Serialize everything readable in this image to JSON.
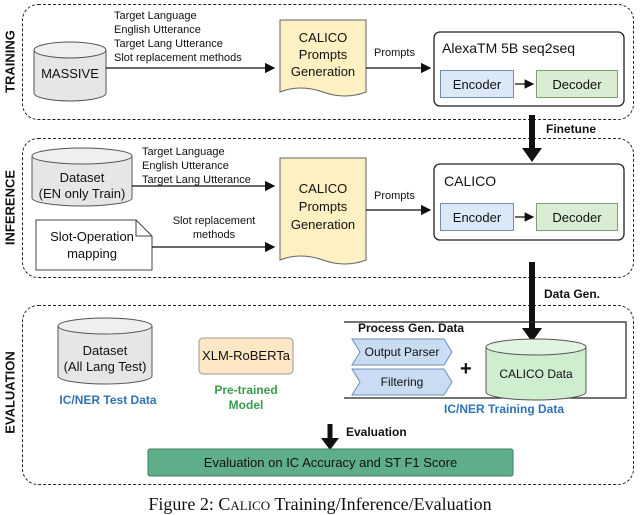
{
  "stages": {
    "training": "TRAINING",
    "inference": "INFERENCE",
    "evaluation": "EVALUATION"
  },
  "training": {
    "dataset": "MASSIVE",
    "inputs": [
      "Target Language",
      "English Utterance",
      "Target Lang Utterance",
      "Slot replacement methods"
    ],
    "prompt_gen": [
      "CALICO",
      "Prompts",
      "Generation"
    ],
    "prompts_label": "Prompts",
    "model_title": "AlexaTM 5B seq2seq",
    "encoder": "Encoder",
    "decoder": "Decoder"
  },
  "finetune_label": "Finetune",
  "inference": {
    "dataset": [
      "Dataset",
      "(EN only Train)"
    ],
    "inputs": [
      "Target Language",
      "English Utterance",
      "Target Lang Utterance"
    ],
    "slot_methods": [
      "Slot replacement",
      "methods"
    ],
    "slot_doc": [
      "Slot-Operation",
      "mapping"
    ],
    "prompt_gen": [
      "CALICO",
      "Prompts",
      "Generation"
    ],
    "prompts_label": "Prompts",
    "model_title": "CALICO",
    "encoder": "Encoder",
    "decoder": "Decoder"
  },
  "data_gen_label": "Data Gen.",
  "evaluation": {
    "dataset": [
      "Dataset",
      "(All Lang Test)"
    ],
    "test_data_label": "IC/NER Test Data",
    "model": "XLM-RoBERTa",
    "pretrained_label": [
      "Pre-trained",
      "Model"
    ],
    "process_title": "Process Gen. Data",
    "output_parser": "Output Parser",
    "filtering": "Filtering",
    "plus": "+",
    "calico_data": "CALICO Data",
    "training_data_label": "IC/NER Training Data",
    "evaluation_label": "Evaluation",
    "result": "Evaluation on IC Accuracy and ST F1 Score"
  },
  "caption": {
    "prefix": "Figure 2: ",
    "name": "Calico",
    "suffix": " Training/Inference/Evaluation"
  },
  "colors": {
    "prompt_gen_fill": "#fdf0c2",
    "encoder_fill": "#dbe8f8",
    "decoder_fill": "#d9ecd4",
    "cylinder_fill": "#e6e6e6",
    "calico_data_fill": "#cfeecf",
    "result_fill": "#5fae8a",
    "arrow_fill": "#c9dcf3",
    "model_fill": "#fde7c4",
    "green_text": "#3a9a4e",
    "blue_text": "#2f73b5"
  }
}
